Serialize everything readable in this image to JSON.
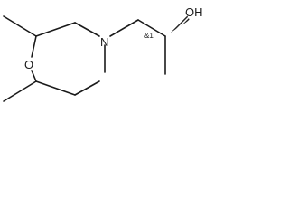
{
  "molecule": {
    "atoms": {
      "nitrogen": "N",
      "oxygen": "O",
      "hydroxyl": "OH"
    },
    "stereo_label": "&1"
  }
}
